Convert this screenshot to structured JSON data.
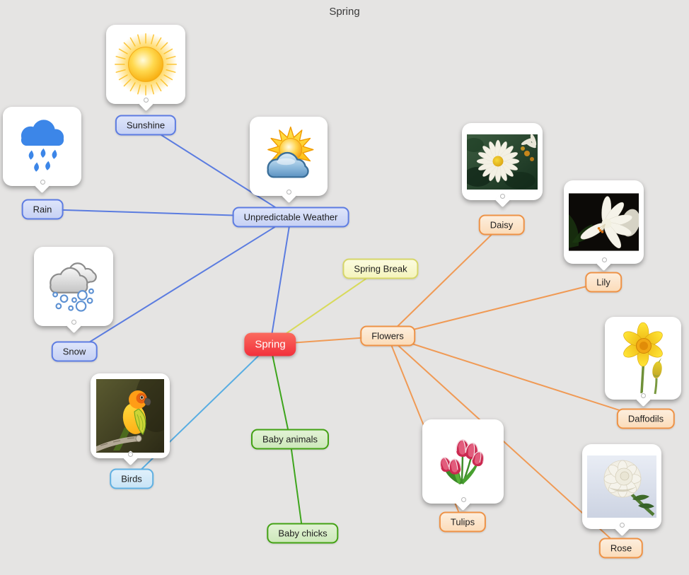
{
  "title": "Spring",
  "nodes": {
    "spring": {
      "label": "Spring"
    },
    "unpredictable_weather": {
      "label": "Unpredictable Weather",
      "image": "sun-behind-cloud-illustration"
    },
    "sunshine": {
      "label": "Sunshine",
      "image": "sun-illustration"
    },
    "rain": {
      "label": "Rain",
      "image": "rain-cloud-illustration"
    },
    "snow": {
      "label": "Snow",
      "image": "snow-clouds-illustration"
    },
    "spring_break": {
      "label": "Spring Break"
    },
    "flowers": {
      "label": "Flowers"
    },
    "daisy": {
      "label": "Daisy",
      "image": "daisy-photo"
    },
    "lily": {
      "label": "Lily",
      "image": "lily-photo"
    },
    "daffodils": {
      "label": "Daffodils",
      "image": "daffodil-photo"
    },
    "tulips": {
      "label": "Tulips",
      "image": "tulips-photo"
    },
    "rose": {
      "label": "Rose",
      "image": "white-rose-photo"
    },
    "birds": {
      "label": "Birds",
      "image": "parrot-photo"
    },
    "baby_animals": {
      "label": "Baby animals"
    },
    "baby_chicks": {
      "label": "Baby chicks"
    }
  },
  "edges": [
    {
      "from": "unpredictable_weather",
      "to": "sunshine",
      "color": "#5b7ce0"
    },
    {
      "from": "unpredictable_weather",
      "to": "rain",
      "color": "#5b7ce0"
    },
    {
      "from": "unpredictable_weather",
      "to": "snow",
      "color": "#5b7ce0"
    },
    {
      "from": "spring",
      "to": "unpredictable_weather",
      "color": "#5b7ce0"
    },
    {
      "from": "spring",
      "to": "spring_break",
      "color": "#d8da5c"
    },
    {
      "from": "spring",
      "to": "flowers",
      "color": "#f09a55"
    },
    {
      "from": "flowers",
      "to": "daisy",
      "color": "#f09a55"
    },
    {
      "from": "flowers",
      "to": "lily",
      "color": "#f09a55"
    },
    {
      "from": "flowers",
      "to": "daffodils",
      "color": "#f09a55"
    },
    {
      "from": "flowers",
      "to": "tulips",
      "color": "#f09a55"
    },
    {
      "from": "flowers",
      "to": "rose",
      "color": "#f09a55"
    },
    {
      "from": "spring",
      "to": "birds",
      "color": "#58ade2"
    },
    {
      "from": "spring",
      "to": "baby_animals",
      "color": "#3ea51d"
    },
    {
      "from": "baby_animals",
      "to": "baby_chicks",
      "color": "#3ea51d"
    }
  ],
  "palette": {
    "background": "#e5e4e3",
    "root_node": "#f4463f",
    "weather_branch": "#5b7ce0",
    "flowers_branch": "#f09a55",
    "break_branch": "#d8da5c",
    "birds_branch": "#58ade2",
    "animals_branch": "#3ea51d"
  }
}
